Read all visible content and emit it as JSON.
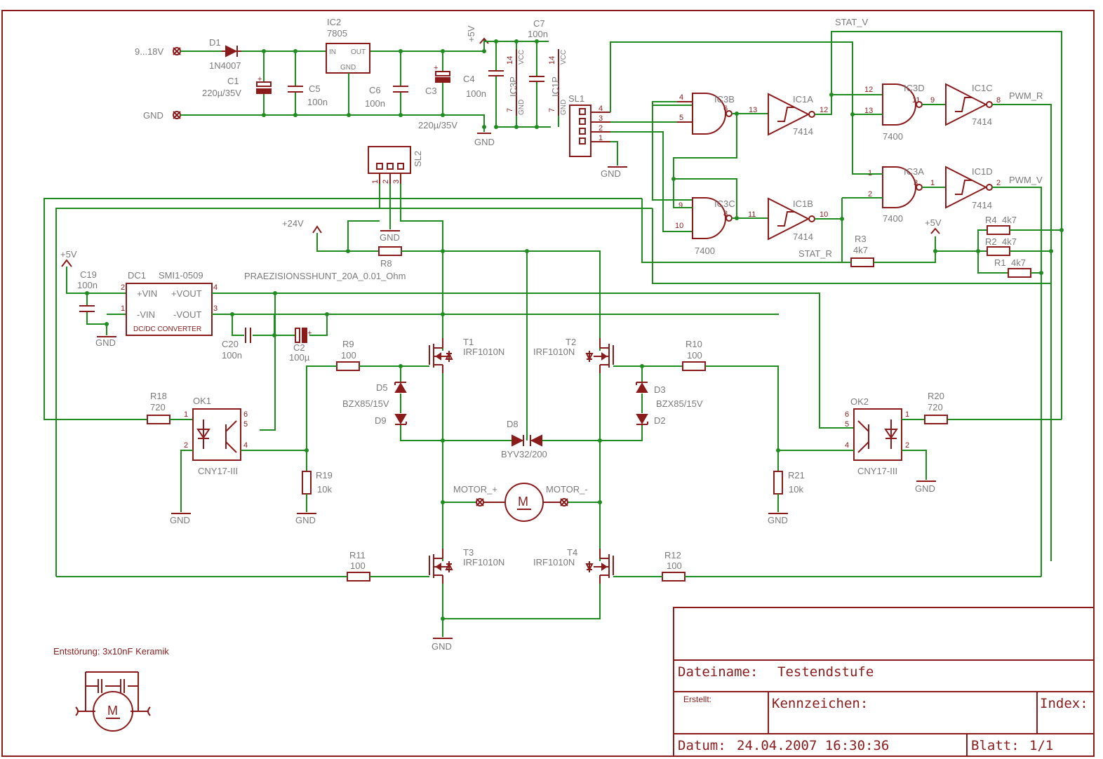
{
  "supply": {
    "input_label": "9...18V",
    "gnd_label": "GND",
    "d1": {
      "name": "D1",
      "value": "1N4007"
    },
    "c1": {
      "name": "C1",
      "value": "220µ/35V"
    },
    "c5": {
      "name": "C5",
      "value": "100n"
    },
    "ic2": {
      "name": "IC2",
      "value": "7805",
      "pin_in": "IN",
      "pin_out": "OUT",
      "pin_gnd": "GND"
    },
    "c6": {
      "name": "C6",
      "value": "100n"
    },
    "c3": {
      "name": "C3",
      "value": "220µ/35V"
    },
    "plus5": "+5V",
    "c4": {
      "name": "C4",
      "value": "100n"
    },
    "c7": {
      "name": "C7",
      "value": "100n"
    },
    "ic3p": "IC3P",
    "ic1p": "IC1P",
    "vcc": "VCC",
    "gnd_small": "GND",
    "pin14": "14",
    "pin7": "7"
  },
  "connectors": {
    "sl1": "SL1",
    "sl2": "SL2",
    "sl1_pins": [
      "4",
      "3",
      "2",
      "1"
    ],
    "sl2_pins": [
      "1",
      "2",
      "3"
    ]
  },
  "logic": {
    "ic3b": "IC3B",
    "ic1a": "IC1A",
    "ic3d": "IC3D",
    "ic1c": "IC1C",
    "ic3a": "IC3A",
    "ic1d": "IC1D",
    "ic3c": "IC3C",
    "ic1b": "IC1B",
    "part7400": "7400",
    "part7414": "7414",
    "stat_v": "STAT_V",
    "stat_r": "STAT_R",
    "pwm_r": "PWM_R",
    "pwm_v": "PWM_V",
    "pins": {
      "ic3b_in1": "4",
      "ic3b_in2": "5",
      "ic3b_out": "6",
      "ic1a_in": "13",
      "ic1a_out": "12",
      "ic3d_in1": "12",
      "ic3d_in2": "13",
      "ic3d_out": "11",
      "ic1c_in": "9",
      "ic1c_out": "8",
      "ic3a_in1": "1",
      "ic3a_in2": "2",
      "ic3a_out": "3",
      "ic1d_in": "1",
      "ic1d_out": "2",
      "ic3c_in1": "9",
      "ic3c_in2": "10",
      "ic3c_out": "8",
      "ic1b_in": "11",
      "ic1b_out": "10"
    },
    "r3": {
      "name": "R3",
      "value": "4k7"
    },
    "r4": {
      "name": "R4",
      "value": "4k7"
    },
    "r2": {
      "name": "R2",
      "value": "4k7"
    },
    "r1": {
      "name": "R1",
      "value": "4k7"
    },
    "plus5": "+5V"
  },
  "bridge": {
    "plus24": "+24V",
    "gnd": "GND",
    "r8": {
      "name": "R8",
      "value": "PRAEZISIONSSHUNT_20A_0.01_Ohm"
    },
    "t1": {
      "name": "T1",
      "value": "IRF1010N"
    },
    "t2": {
      "name": "T2",
      "value": "IRF1010N"
    },
    "t3": {
      "name": "T3",
      "value": "IRF1010N"
    },
    "t4": {
      "name": "T4",
      "value": "IRF1010N"
    },
    "r9": {
      "name": "R9",
      "value": "100"
    },
    "r10": {
      "name": "R10",
      "value": "100"
    },
    "r11": {
      "name": "R11",
      "value": "100"
    },
    "r12": {
      "name": "R12",
      "value": "100"
    },
    "d5": "D5",
    "d9": "D9",
    "d3": "D3",
    "d2": "D2",
    "zener": "BZX85/15V",
    "d8": {
      "name": "D8",
      "value": "BYV32/200"
    },
    "motor_plus": "MOTOR_+",
    "motor_minus": "MOTOR_-",
    "motor_m": "M"
  },
  "isolation": {
    "plus5": "+5V",
    "c19": {
      "name": "C19",
      "value": "100n"
    },
    "dc1": {
      "name": "DC1",
      "value": "SMI1-0509",
      "vin_p": "+VIN",
      "vin_m": "-VIN",
      "vout_p": "+VOUT",
      "vout_m": "-VOUT",
      "body": "DC/DC CONVERTER"
    },
    "c20": {
      "name": "C20",
      "value": "100n"
    },
    "c2": {
      "name": "C2",
      "value": "100µ"
    },
    "r18": {
      "name": "R18",
      "value": "720"
    },
    "ok1": {
      "name": "OK1",
      "value": "CNY17-III"
    },
    "r19": {
      "name": "R19",
      "value": "10k"
    },
    "r20": {
      "name": "R20",
      "value": "720"
    },
    "ok2": {
      "name": "OK2",
      "value": "CNY17-III"
    },
    "r21": {
      "name": "R21",
      "value": "10k"
    }
  },
  "note": {
    "text": "Entstörung: 3x10nF Keramik",
    "m": "M"
  },
  "title_block": {
    "dateiname_label": "Dateiname:",
    "dateiname_value": "Testendstufe",
    "erstellt_label": "Erstellt:",
    "kennzeichen_label": "Kennzeichen:",
    "index_label": "Index:",
    "datum_label": "Datum:",
    "datum_value": "24.04.2007 16:30:36",
    "blatt_label": "Blatt:",
    "blatt_value": "1/1"
  }
}
